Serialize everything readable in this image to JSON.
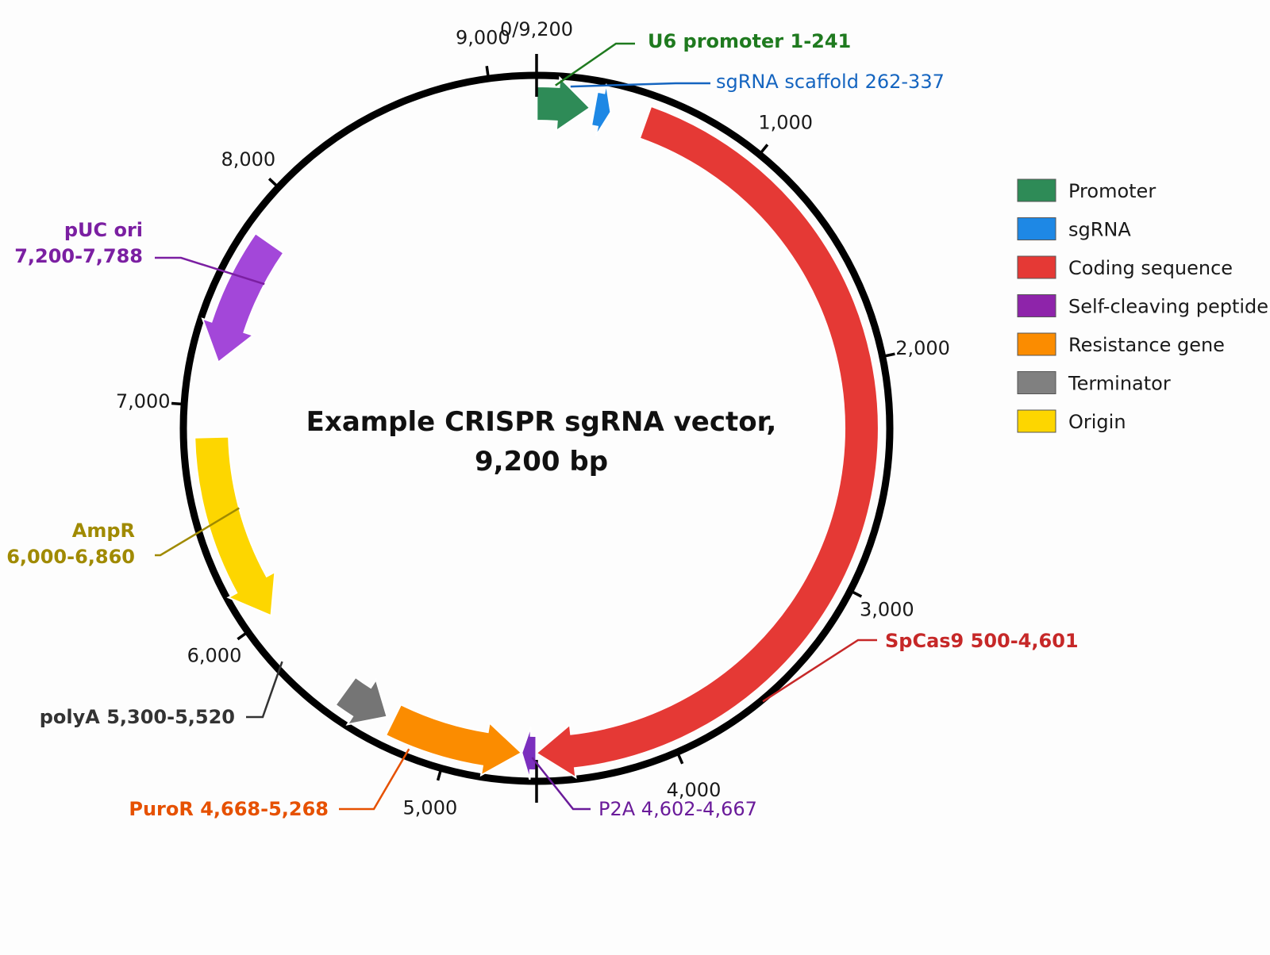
{
  "title": {
    "line1": "Example CRISPR sgRNA vector,",
    "line2": "9,200 bp"
  },
  "plasmid": {
    "total_bp": 9200,
    "ticks": [
      {
        "bp": 0,
        "label": "0/9,200",
        "major": true
      },
      {
        "bp": 1000,
        "label": "1,000"
      },
      {
        "bp": 2000,
        "label": "2,000"
      },
      {
        "bp": 3000,
        "label": "3,000"
      },
      {
        "bp": 4000,
        "label": "4,000"
      },
      {
        "bp": 4600,
        "label": "",
        "major": true
      },
      {
        "bp": 5000,
        "label": "5,000"
      },
      {
        "bp": 6000,
        "label": "6,000"
      },
      {
        "bp": 7000,
        "label": "7,000"
      },
      {
        "bp": 8000,
        "label": "8,000"
      },
      {
        "bp": 9000,
        "label": "9,000"
      }
    ],
    "features": [
      {
        "id": "u6-promoter",
        "name": "U6 promoter",
        "range": "1-241",
        "start": 1,
        "end": 241,
        "direction": "forward",
        "category": "Promoter",
        "color": "#2e8b57",
        "label_color": "#1f7a1f",
        "name_bold": true
      },
      {
        "id": "sgrna-scaffold",
        "name": "sgRNA scaffold",
        "range": "262-337",
        "start": 262,
        "end": 337,
        "direction": "forward",
        "category": "sgRNA",
        "color": "#1e88e5",
        "label_color": "#1565c0",
        "name_bold": false
      },
      {
        "id": "spcas9",
        "name": "SpCas9",
        "range": "500-4,601",
        "start": 500,
        "end": 4601,
        "direction": "forward",
        "category": "Coding sequence",
        "color": "#e53935",
        "label_color": "#c62828",
        "name_bold": true
      },
      {
        "id": "p2a",
        "name": "P2A",
        "range": "4,602-4,667",
        "start": 4602,
        "end": 4667,
        "direction": "forward",
        "category": "Self-cleaving peptide",
        "color": "#7b2fbe",
        "label_color": "#6a1b9a",
        "name_bold": false
      },
      {
        "id": "puror",
        "name": "PuroR",
        "range": "4,668-5,268",
        "start": 4668,
        "end": 5268,
        "direction": "reverse",
        "category": "Resistance gene",
        "color": "#fb8c00",
        "label_color": "#e65100",
        "name_bold": true
      },
      {
        "id": "polya",
        "name": "polyA",
        "range": "5,300-5,520",
        "start": 5300,
        "end": 5520,
        "direction": "reverse",
        "category": "Terminator",
        "color": "#757575",
        "label_color": "#333333",
        "name_bold": true
      },
      {
        "id": "ampr",
        "name": "AmpR",
        "range": "6,000-6,860",
        "start": 6000,
        "end": 6860,
        "direction": "reverse",
        "category": "Origin",
        "color": "#fdd600",
        "label_color": "#a08a00",
        "name_bold": true
      },
      {
        "id": "puc-ori",
        "name": "pUC ori",
        "range": "7,200-7,788",
        "start": 7200,
        "end": 7788,
        "direction": "reverse",
        "category": "Self-cleaving peptide",
        "color": "#a347d9",
        "label_color": "#7b1fa2",
        "name_bold": true
      }
    ]
  },
  "legend": [
    {
      "label": "Promoter",
      "color": "#2e8b57"
    },
    {
      "label": "sgRNA",
      "color": "#1e88e5"
    },
    {
      "label": "Coding sequence",
      "color": "#e53935"
    },
    {
      "label": "Self-cleaving peptide",
      "color": "#8e24aa"
    },
    {
      "label": "Resistance gene",
      "color": "#fb8c00"
    },
    {
      "label": "Terminator",
      "color": "#808080"
    },
    {
      "label": "Origin",
      "color": "#fdd600"
    }
  ]
}
